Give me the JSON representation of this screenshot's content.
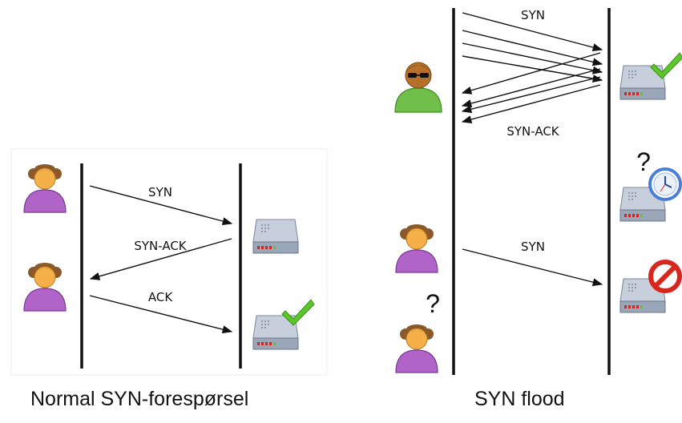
{
  "normal": {
    "caption": "Normal SYN-forespørsel",
    "messages": [
      {
        "label": "SYN",
        "direction": "client-to-server"
      },
      {
        "label": "SYN-ACK",
        "direction": "server-to-client"
      },
      {
        "label": "ACK",
        "direction": "client-to-server"
      }
    ],
    "clients": [
      "girl-user-icon",
      "girl-user-icon"
    ],
    "servers": [
      "server-icon",
      "server-accepted-icon"
    ]
  },
  "flood": {
    "caption": "SYN flood",
    "syn_label": "SYN",
    "synack_label": "SYN-ACK",
    "legit_syn_label": "SYN",
    "question_mark": "?",
    "icons": [
      "attacker-icon",
      "girl-user-icon",
      "girl-user-waiting-icon",
      "server-accepted-icon",
      "server-waiting-icon",
      "server-rejected-icon"
    ]
  },
  "colors": {
    "girl_shirt": "#b064c8",
    "girl_hair": "#8b5a2b",
    "skin": "#f5b04a",
    "attacker_shirt": "#6fbf4a",
    "server_body": "#9aa7b8",
    "check_green": "#5cc72b",
    "reject_red": "#d9261c",
    "clock_blue": "#4a7fd9"
  }
}
